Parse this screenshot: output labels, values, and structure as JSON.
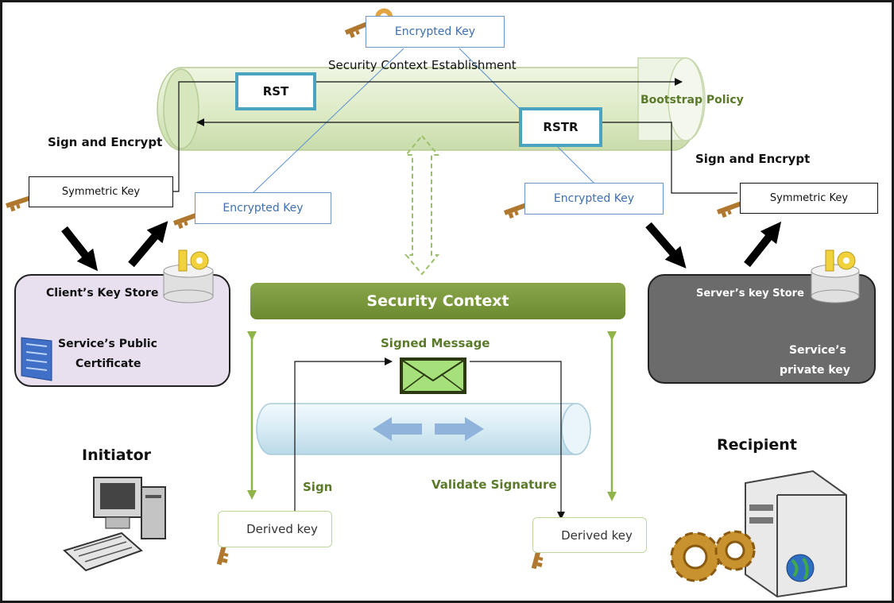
{
  "top": {
    "encrypted_key": "Encrypted Key",
    "channel_label": "Security Context Establishment",
    "bootstrap_policy": "Bootstrap Policy",
    "rst": "RST",
    "rstr": "RSTR"
  },
  "client": {
    "sign_encrypt": "Sign and Encrypt",
    "symmetric_key": "Symmetric Key",
    "encrypted_key": "Encrypted Key",
    "key_store": "Client’s Key Store",
    "certificate_line1": "Service’s Public",
    "certificate_line2": "Certificate",
    "role": "Initiator",
    "derived_key": "Derived key",
    "sign": "Sign"
  },
  "server": {
    "sign_encrypt": "Sign and Encrypt",
    "symmetric_key": "Symmetric Key",
    "encrypted_key": "Encrypted Key",
    "key_store": "Server’s key Store",
    "private_key_line1": "Service’s",
    "private_key_line2": "private key",
    "role": "Recipient",
    "derived_key": "Derived key",
    "validate": "Validate Signature"
  },
  "center": {
    "security_context": "Security Context",
    "signed_message": "Signed Message"
  },
  "colors": {
    "tube_green": "#e3efd1",
    "context_green": "#7a9a3c",
    "label_green": "#5a7a2a",
    "accent_teal": "#4aa3bf",
    "encrypted_blue": "#3f6fb0",
    "client_store": "#e8e0ef",
    "server_store": "#6b6b6b"
  }
}
